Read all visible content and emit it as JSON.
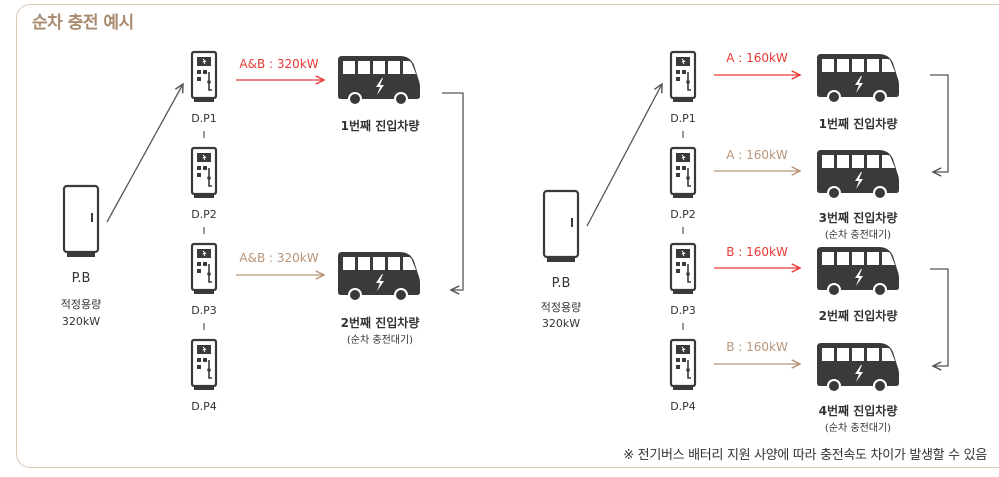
{
  "title": "순차 충전 예시",
  "note": "※ 전기버스 배터리 지원 사양에 따라 충전속도 차이가 발생할 수 있음",
  "colors": {
    "red": "#e83a36",
    "tan": "#b89478",
    "dark": "#3a3a3a",
    "line": "#555555"
  },
  "left": {
    "pb": {
      "label": "P.B",
      "cap_label": "적정용량",
      "cap_value": "320kW"
    },
    "dispensers": [
      "D.P1",
      "D.P2",
      "D.P3",
      "D.P4"
    ],
    "flows": [
      {
        "label": "A&B : 320kW",
        "color": "red"
      },
      {
        "label": "A&B : 320kW",
        "color": "tan"
      }
    ],
    "buses": [
      {
        "label": "1번째 진입차량",
        "sub": ""
      },
      {
        "label": "2번째 진입차량",
        "sub": "(순차 충전대기)"
      }
    ]
  },
  "right": {
    "pb": {
      "label": "P.B",
      "cap_label": "적정용량",
      "cap_value": "320kW"
    },
    "dispensers": [
      "D.P1",
      "D.P2",
      "D.P3",
      "D.P4"
    ],
    "flows": [
      {
        "label": "A : 160kW",
        "color": "red"
      },
      {
        "label": "A : 160kW",
        "color": "tan"
      },
      {
        "label": "B : 160kW",
        "color": "red"
      },
      {
        "label": "B : 160kW",
        "color": "tan"
      }
    ],
    "buses": [
      {
        "label": "1번째 진입차량",
        "sub": ""
      },
      {
        "label": "3번째 진입차량",
        "sub": "(순차 충전대기)"
      },
      {
        "label": "2번째 진입차량",
        "sub": ""
      },
      {
        "label": "4번째 진입차량",
        "sub": "(순차 충전대기)"
      }
    ]
  }
}
